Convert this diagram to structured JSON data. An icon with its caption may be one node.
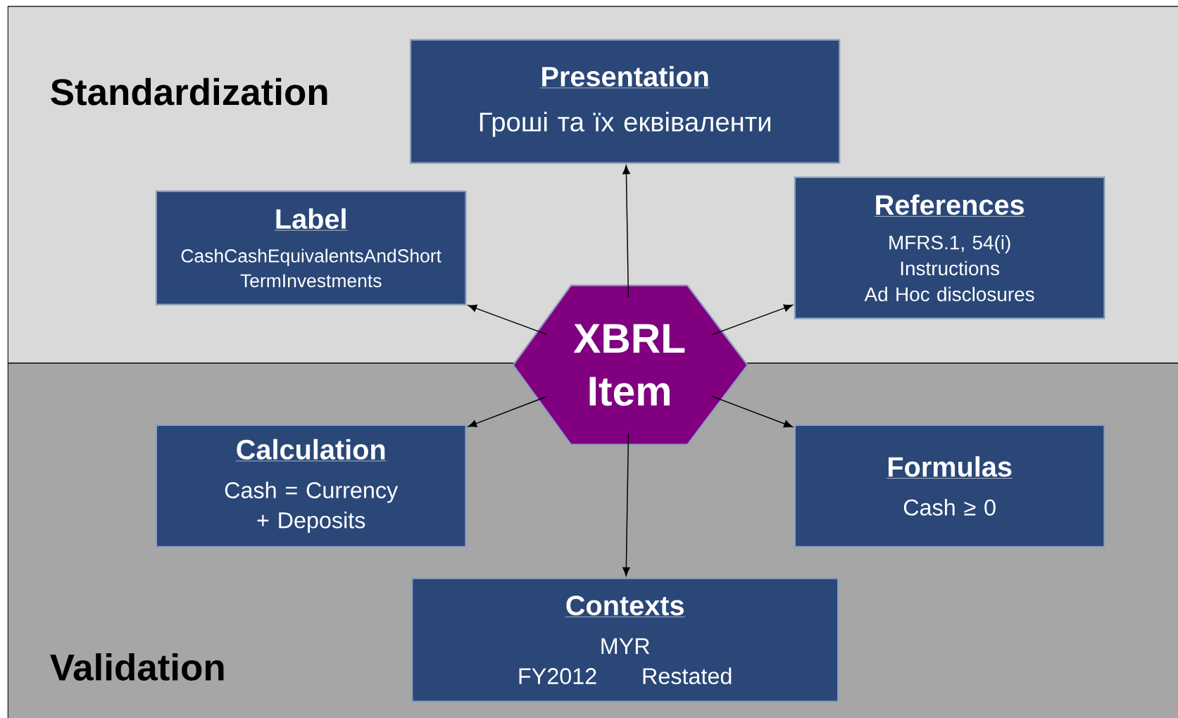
{
  "diagram": {
    "nodes": [
      {
        "text": [
          "Standardization"
        ]
      },
      {
        "text": [
          "Validation"
        ]
      },
      {
        "text": [
          "Presentation",
          "Гроші та їх еквіваленти"
        ],
        "in": 0
      },
      {
        "text": [
          "Label",
          "CashCashEquivalentsAndShort TermInvestments"
        ],
        "in": 0
      },
      {
        "text": [
          "References",
          "MFRS.1, 54(i)",
          "Instructions",
          "Ad Hoc disclosures"
        ],
        "in": 0
      },
      {
        "text": [
          "XBRL Item"
        ]
      },
      {
        "text": [
          "Calculation",
          "Cash = Currency + Deposits"
        ],
        "in": 1
      },
      {
        "text": [
          "Formulas",
          "Cash ≥ 0"
        ],
        "in": 1
      },
      {
        "text": [
          "Contexts",
          "MYR",
          "FY2012",
          "Restated"
        ],
        "in": 1
      }
    ],
    "edges": [
      {
        "from": 5,
        "to": 2,
        "arrow": "to"
      },
      {
        "from": 5,
        "to": 3,
        "arrow": "to"
      },
      {
        "from": 5,
        "to": 4,
        "arrow": "to"
      },
      {
        "from": 5,
        "to": 6,
        "arrow": "to"
      },
      {
        "from": 5,
        "to": 7,
        "arrow": "to"
      },
      {
        "from": 5,
        "to": 8,
        "arrow": "to"
      }
    ]
  }
}
